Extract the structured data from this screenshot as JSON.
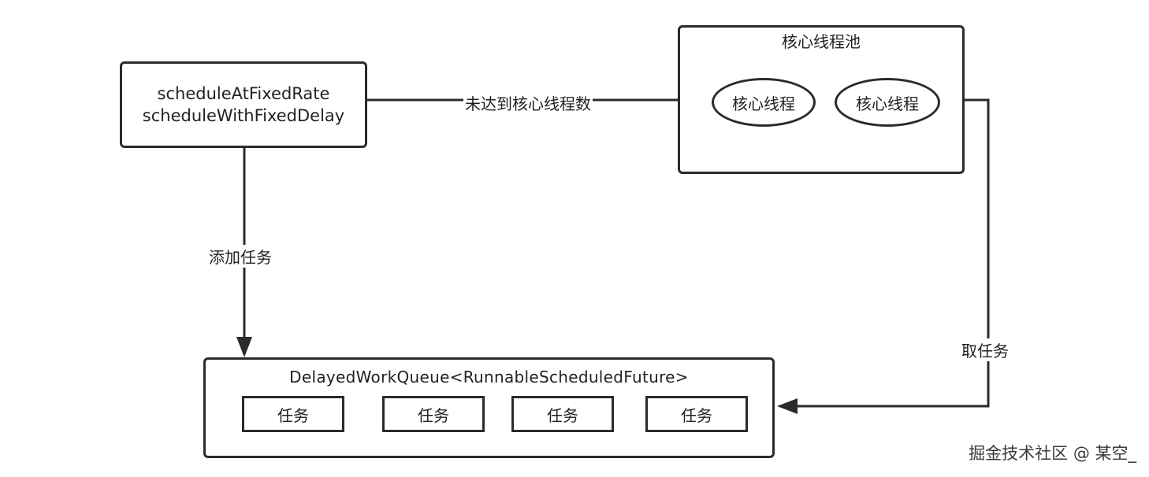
{
  "schedule_box": {
    "line1": "scheduleAtFixedRate",
    "line2": "scheduleWithFixedDelay"
  },
  "core_pool": {
    "title": "核心线程池",
    "threads": [
      "核心线程",
      "核心线程"
    ]
  },
  "queue": {
    "title": "DelayedWorkQueue<RunnableScheduledFuture>",
    "tasks": [
      "任务",
      "任务",
      "任务",
      "任务"
    ]
  },
  "edges": {
    "to_core": "未达到核心线程数",
    "add_task": "添加任务",
    "take_task": "取任务"
  },
  "watermark": "掘金技术社区 @ 某空_",
  "colors": {
    "stroke": "#2b2b2b",
    "background": "#ffffff"
  }
}
